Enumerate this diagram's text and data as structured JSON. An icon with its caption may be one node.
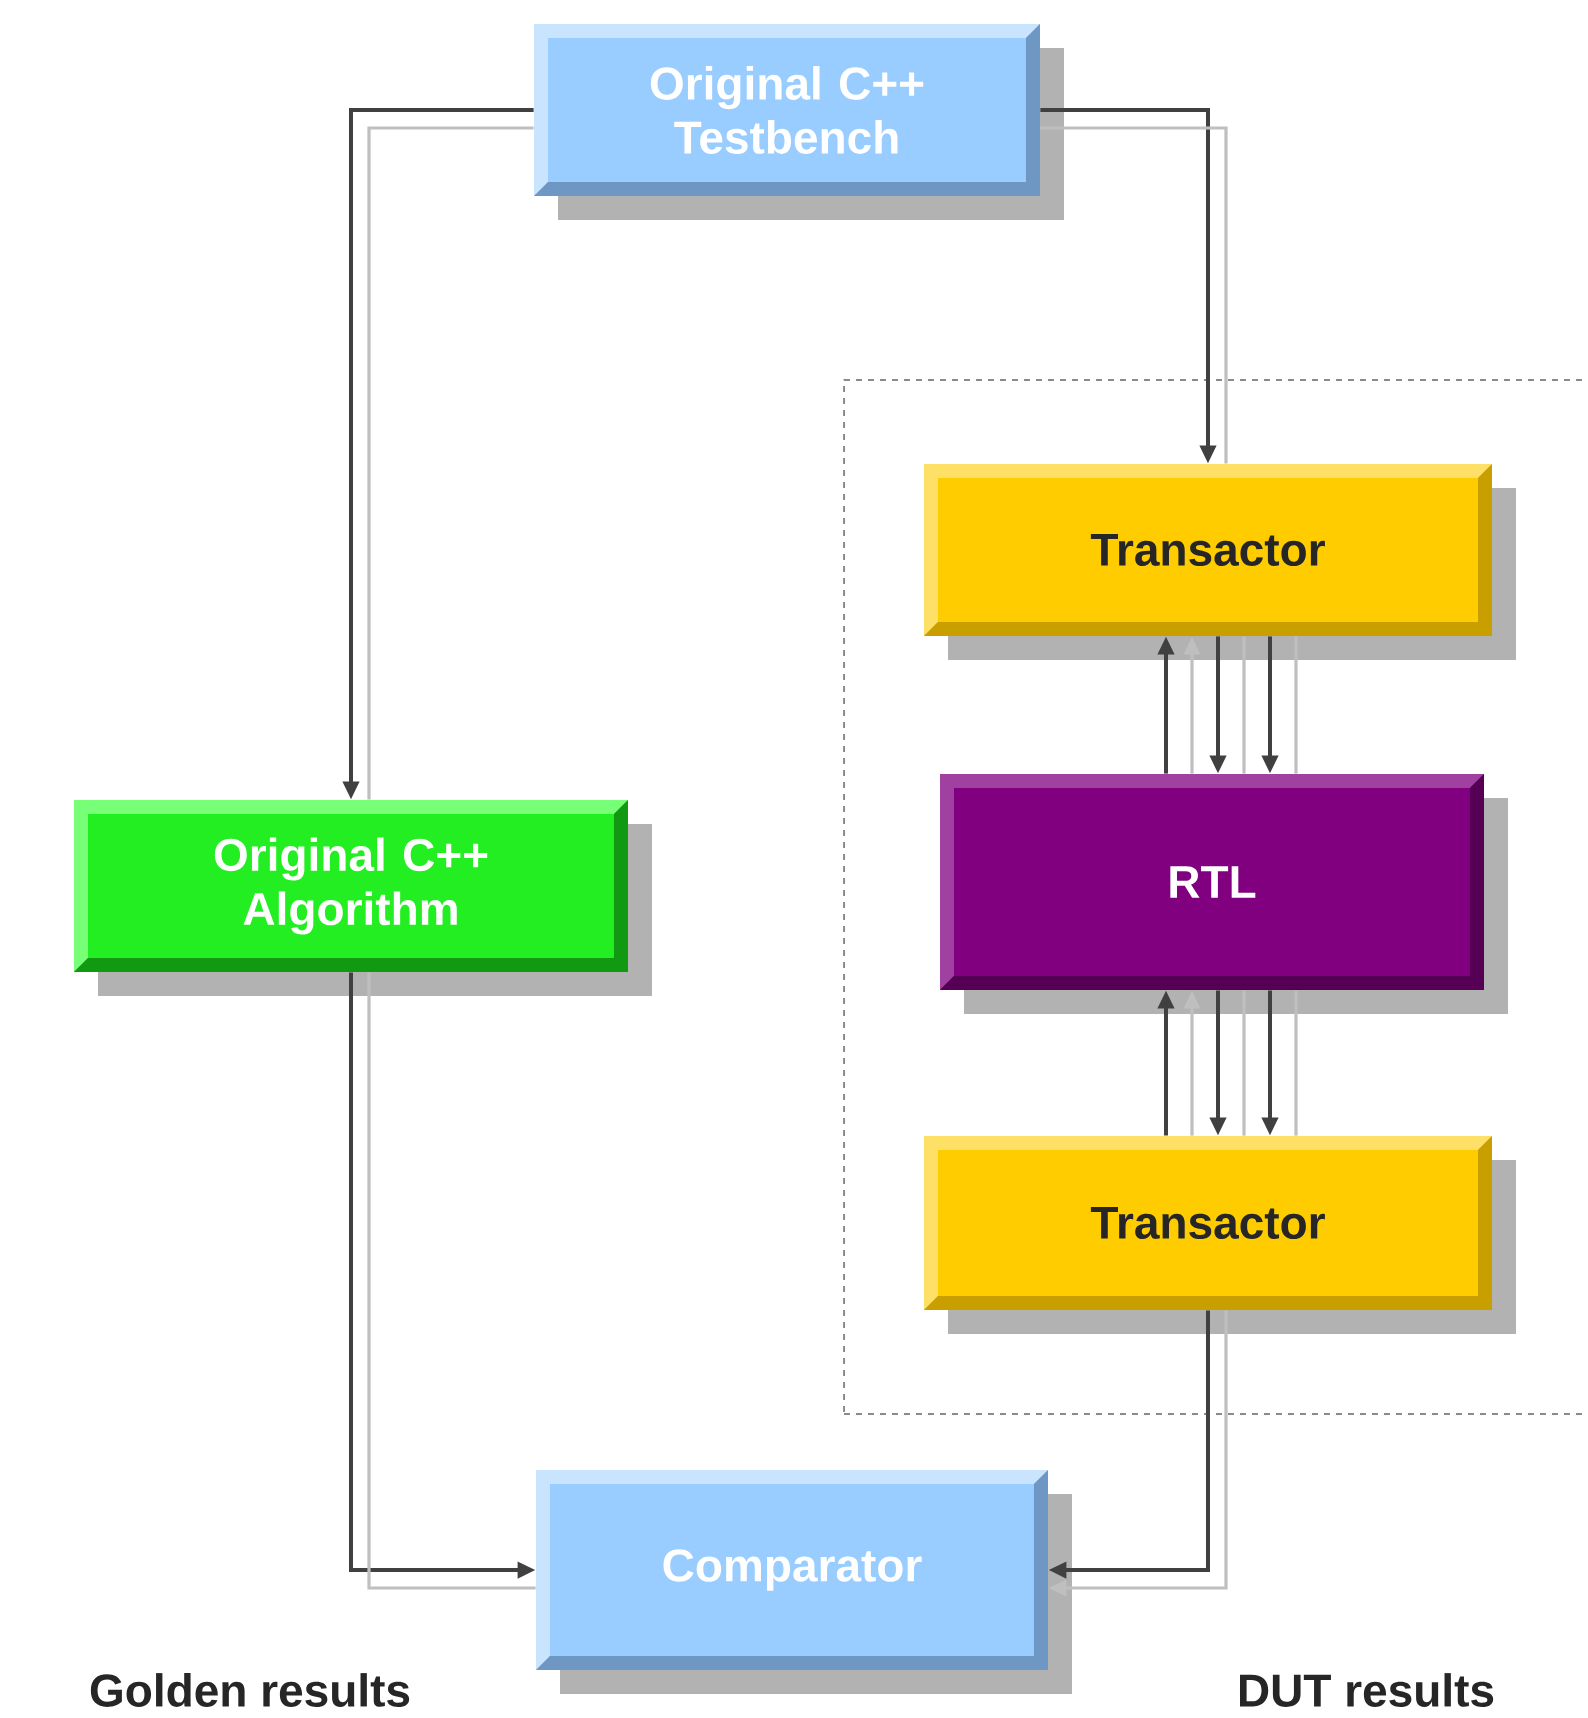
{
  "diagram": {
    "nodes": [
      {
        "text": [
          "Original C++ Testbench"
        ]
      },
      {
        "text": [],
        "shape": "box"
      },
      {
        "text": [
          "Transactor"
        ],
        "in": 1
      },
      {
        "text": [
          "RTL"
        ],
        "in": 1
      },
      {
        "text": [
          "Transactor"
        ],
        "in": 1
      },
      {
        "text": [
          "Original C++ Algorithm"
        ]
      },
      {
        "text": [
          "Comparator"
        ]
      }
    ],
    "edges": [
      {
        "from": 0,
        "to": 5,
        "arrow": "to"
      },
      {
        "from": 0,
        "to": 2,
        "arrow": "to"
      },
      {
        "from": 3,
        "to": 2,
        "arrow": "to"
      },
      {
        "from": 2,
        "to": 3,
        "arrow": "to"
      },
      {
        "from": 2,
        "to": 3,
        "arrow": "to"
      },
      {
        "from": 4,
        "to": 3,
        "arrow": "to"
      },
      {
        "from": 3,
        "to": 4,
        "arrow": "to"
      },
      {
        "from": 3,
        "to": 4,
        "arrow": "to"
      },
      {
        "from": 5,
        "to": 6,
        "arrow": "to"
      },
      {
        "from": 4,
        "to": 6,
        "arrow": "to"
      },
      {
        "from": 0,
        "to": 5,
        "arrow": "none",
        "color": "#bfbfbf"
      },
      {
        "from": 0,
        "to": 2,
        "arrow": "none",
        "color": "#bfbfbf"
      },
      {
        "from": 3,
        "to": 2,
        "arrow": "to",
        "color": "#bfbfbf"
      },
      {
        "from": 2,
        "to": 3,
        "arrow": "none",
        "color": "#bfbfbf"
      },
      {
        "from": 2,
        "to": 3,
        "arrow": "none",
        "color": "#bfbfbf"
      },
      {
        "from": 4,
        "to": 3,
        "arrow": "to",
        "color": "#bfbfbf"
      },
      {
        "from": 3,
        "to": 4,
        "arrow": "none",
        "color": "#bfbfbf"
      },
      {
        "from": 3,
        "to": 4,
        "arrow": "none",
        "color": "#bfbfbf"
      },
      {
        "from": 5,
        "to": 6,
        "arrow": "none",
        "color": "#bfbfbf"
      },
      {
        "from": 4,
        "to": 6,
        "arrow": "to",
        "color": "#bfbfbf"
      }
    ],
    "labels": [
      "Golden results",
      "DUT results"
    ]
  }
}
